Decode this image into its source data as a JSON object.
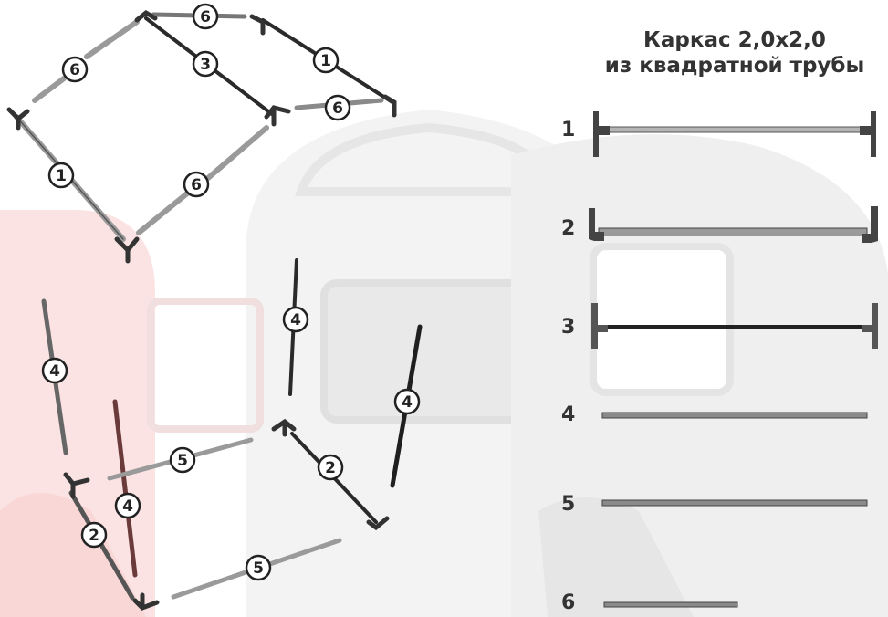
{
  "title": {
    "line1": "Каркас 2,0x2,0",
    "line2": "из квадратной трубы"
  },
  "legend_rows": [
    {
      "label": "1",
      "kind": "bar-both-corners"
    },
    {
      "label": "2",
      "kind": "bar-both-corners-long"
    },
    {
      "label": "3",
      "kind": "bar-both-corners"
    },
    {
      "label": "4",
      "kind": "plain-bar"
    },
    {
      "label": "5",
      "kind": "plain-bar"
    },
    {
      "label": "6",
      "kind": "plain-bar-short"
    }
  ],
  "callouts": {
    "c1": "6",
    "c2": "1",
    "c3": "3",
    "c4": "6",
    "c5": "6",
    "c6": "1",
    "c7": "6",
    "c8": "4",
    "c9": "4",
    "c10": "4",
    "c11": "5",
    "c12": "2",
    "c13": "4",
    "c14": "2",
    "c15": "5"
  },
  "colors": {
    "tube_dark": "#2c2c2c",
    "tube_mid": "#6e6e6e",
    "tube_light": "#a8a8a8",
    "watermark_red": "#fbe6e6",
    "watermark_grey": "#ececec",
    "callout_stroke": "#222222"
  }
}
